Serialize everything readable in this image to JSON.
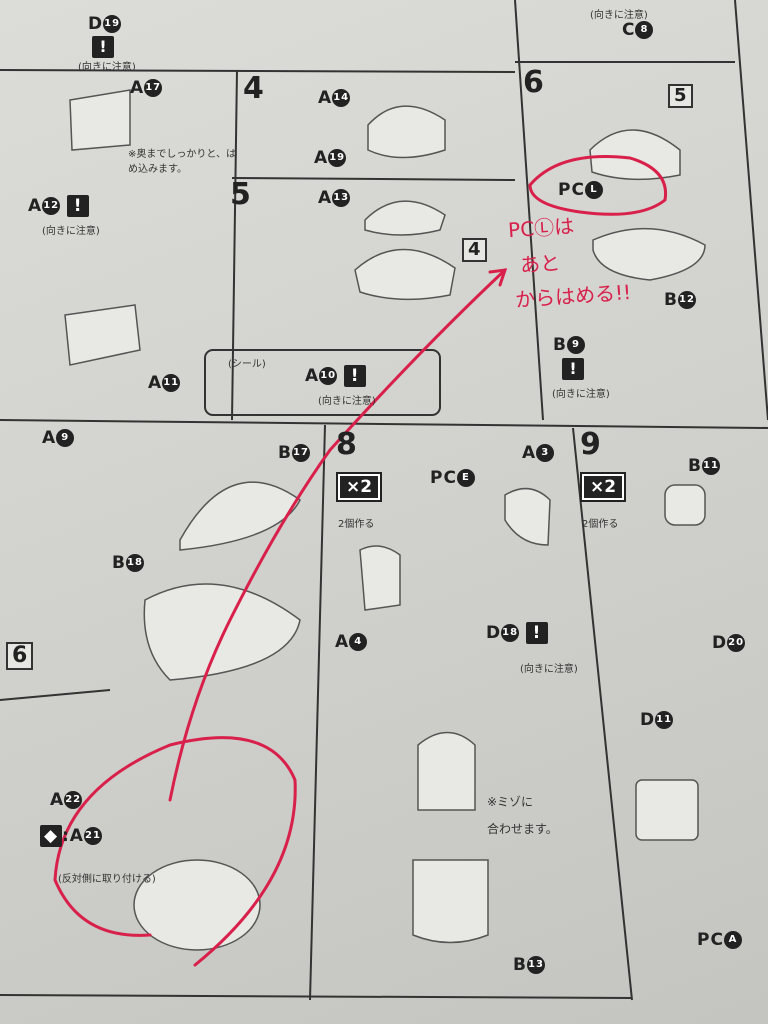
{
  "manual": {
    "caution": "(向きに注意)",
    "make_two": "2個作る",
    "times_two": "×2",
    "top_left": {
      "part_d19": "D",
      "part_d19_num": "19"
    },
    "top_right": {
      "part_c8": "C",
      "part_c8_num": "8"
    },
    "left_panel": {
      "part_a17": "A",
      "part_a17_num": "17",
      "note": "※奥までしっかりと、はめ込みます。",
      "part_a12": "A",
      "part_a12_num": "12",
      "part_a11": "A",
      "part_a11_num": "11"
    },
    "step4": {
      "number": "4",
      "part_a14": "A",
      "part_a14_num": "14",
      "part_a19": "A",
      "part_a19_num": "19"
    },
    "step5": {
      "number": "5",
      "part_a13": "A",
      "part_a13_num": "13",
      "ref_step": "4",
      "seal_label": "(シール)",
      "part_a10": "A",
      "part_a10_num": "10"
    },
    "step6": {
      "number": "6",
      "ref_step": "5",
      "part_pcl": "PC",
      "part_pcl_letter": "L",
      "part_b12": "B",
      "part_b12_num": "12",
      "part_b9": "B",
      "part_b9_num": "9"
    },
    "step7": {
      "part_a9": "A",
      "part_a9_num": "9",
      "part_b17": "B",
      "part_b17_num": "17",
      "part_b18": "B",
      "part_b18_num": "18",
      "ref_step": "6",
      "part_a22": "A",
      "part_a22_num": "22",
      "part_a21": ":A",
      "part_a21_num": "21",
      "opposite_note": "(反対側に取り付ける)"
    },
    "step8": {
      "number": "8",
      "part_pce": "PC",
      "part_pce_letter": "E",
      "part_a3": "A",
      "part_a3_num": "3",
      "part_a4": "A",
      "part_a4_num": "4",
      "part_d18": "D",
      "part_d18_num": "18",
      "groove_note_1": "※ミゾに",
      "groove_note_2": "合わせます。",
      "part_b13": "B",
      "part_b13_num": "13"
    },
    "step9": {
      "number": "9",
      "part_b11": "B",
      "part_b11_num": "11",
      "part_d20": "D",
      "part_d20_num": "20",
      "part_d11": "D",
      "part_d11_num": "11",
      "part_pca": "PC",
      "part_pca_letter": "A"
    }
  },
  "handwritten_annotation": {
    "line1": "PCⓁは",
    "line2": "あと",
    "line3": "からはめる!!",
    "color": "#d8204a"
  }
}
